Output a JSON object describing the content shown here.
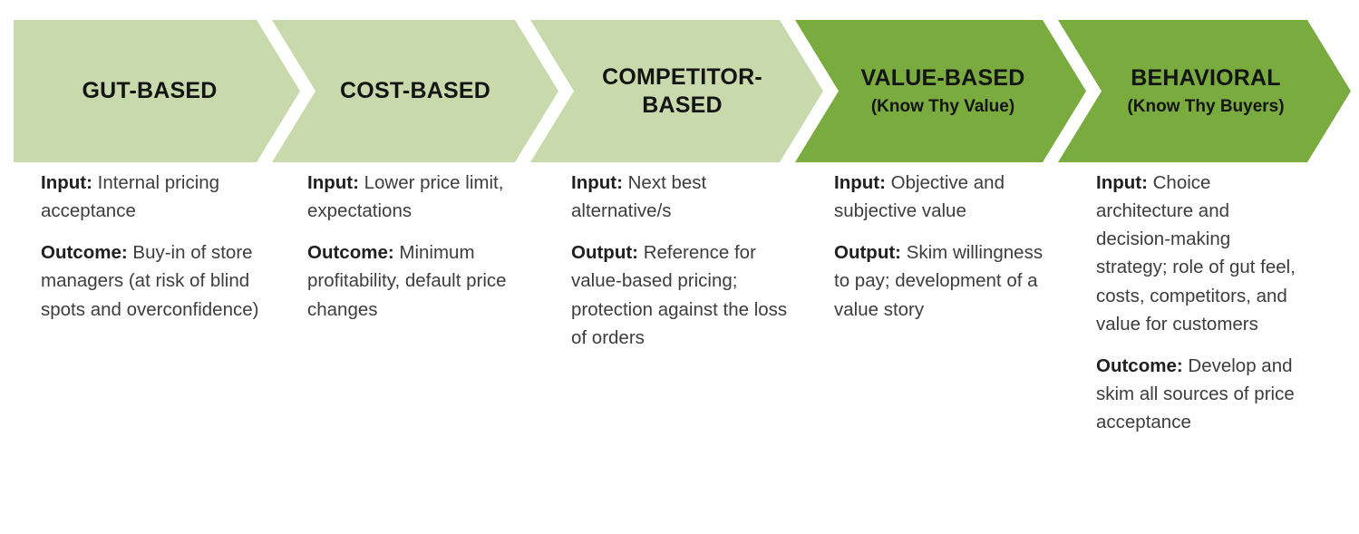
{
  "colors": {
    "light_green": "#c8daac",
    "dark_green": "#79ab3f",
    "background": "#ffffff",
    "body_text": "#3d3d3d",
    "label_text": "#202020",
    "chevron_text": "#141414"
  },
  "diagram": {
    "type": "chevron-process",
    "stage_count": 5,
    "stages": [
      {
        "title": "GUT-BASED",
        "subtitle": "",
        "fill": "light",
        "entries": [
          {
            "label": "Input:",
            "text": "Internal pricing acceptance"
          },
          {
            "label": "Outcome:",
            "text": "Buy-in of store managers (at risk of blind spots and overconfidence)"
          }
        ]
      },
      {
        "title": "COST-BASED",
        "subtitle": "",
        "fill": "light",
        "entries": [
          {
            "label": "Input:",
            "text": "Lower price limit, expectations"
          },
          {
            "label": "Outcome:",
            "text": "Minimum profitability, default price changes"
          }
        ]
      },
      {
        "title": "COMPETITOR-BASED",
        "subtitle": "",
        "fill": "light",
        "entries": [
          {
            "label": "Input:",
            "text": "Next best alternative/s"
          },
          {
            "label": "Output:",
            "text": "Reference for value-based pricing; protection against the loss of orders"
          }
        ]
      },
      {
        "title": "VALUE-BASED",
        "subtitle": "(Know Thy Value)",
        "fill": "dark",
        "entries": [
          {
            "label": "Input:",
            "text": "Objective and subjective value"
          },
          {
            "label": "Output:",
            "text": "Skim willingness to pay; development of a value story"
          }
        ]
      },
      {
        "title": "BEHAVIORAL",
        "subtitle": "(Know Thy Buyers)",
        "fill": "dark",
        "entries": [
          {
            "label": "Input:",
            "text": "Choice architecture and decision-making strategy; role of gut feel, costs, competitors, and value for customers"
          },
          {
            "label": "Outcome:",
            "text": "Develop and skim all sources of price acceptance"
          }
        ]
      }
    ]
  }
}
